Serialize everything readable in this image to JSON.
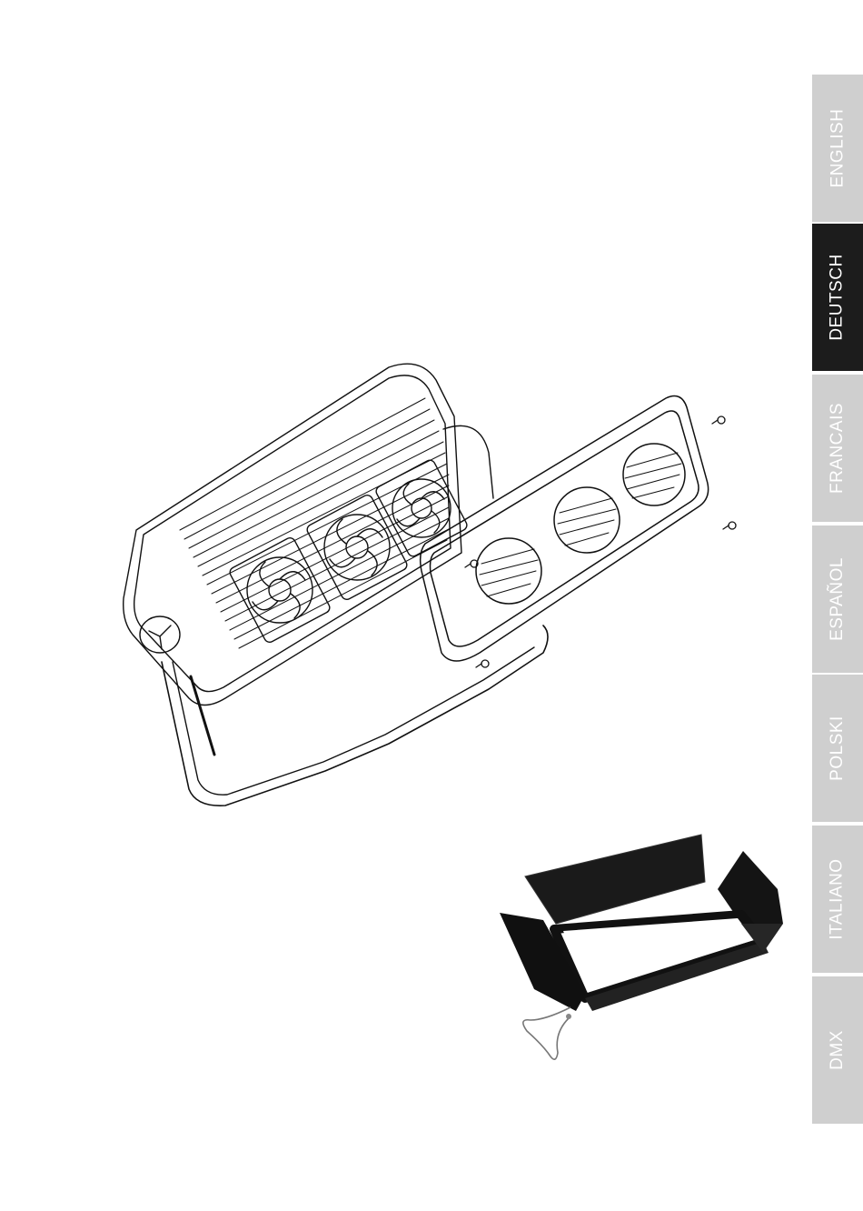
{
  "language_tabs": [
    {
      "label": "ENGLISH",
      "active": false
    },
    {
      "label": "DEUTSCH",
      "active": true
    },
    {
      "label": "FRANCAIS",
      "active": false
    },
    {
      "label": "ESPAÑOL",
      "active": false
    },
    {
      "label": "POLSKI",
      "active": false
    },
    {
      "label": "ITALIANO",
      "active": false
    },
    {
      "label": "DMX",
      "active": false
    }
  ],
  "colors": {
    "tab_inactive": "#cfcfcf",
    "tab_active": "#1c1c1c",
    "tab_text": "#ffffff",
    "line_art": "#111111"
  },
  "illustrations": [
    {
      "name": "fixture-exploded-drawing"
    },
    {
      "name": "barndoor-accessory-photo"
    }
  ]
}
